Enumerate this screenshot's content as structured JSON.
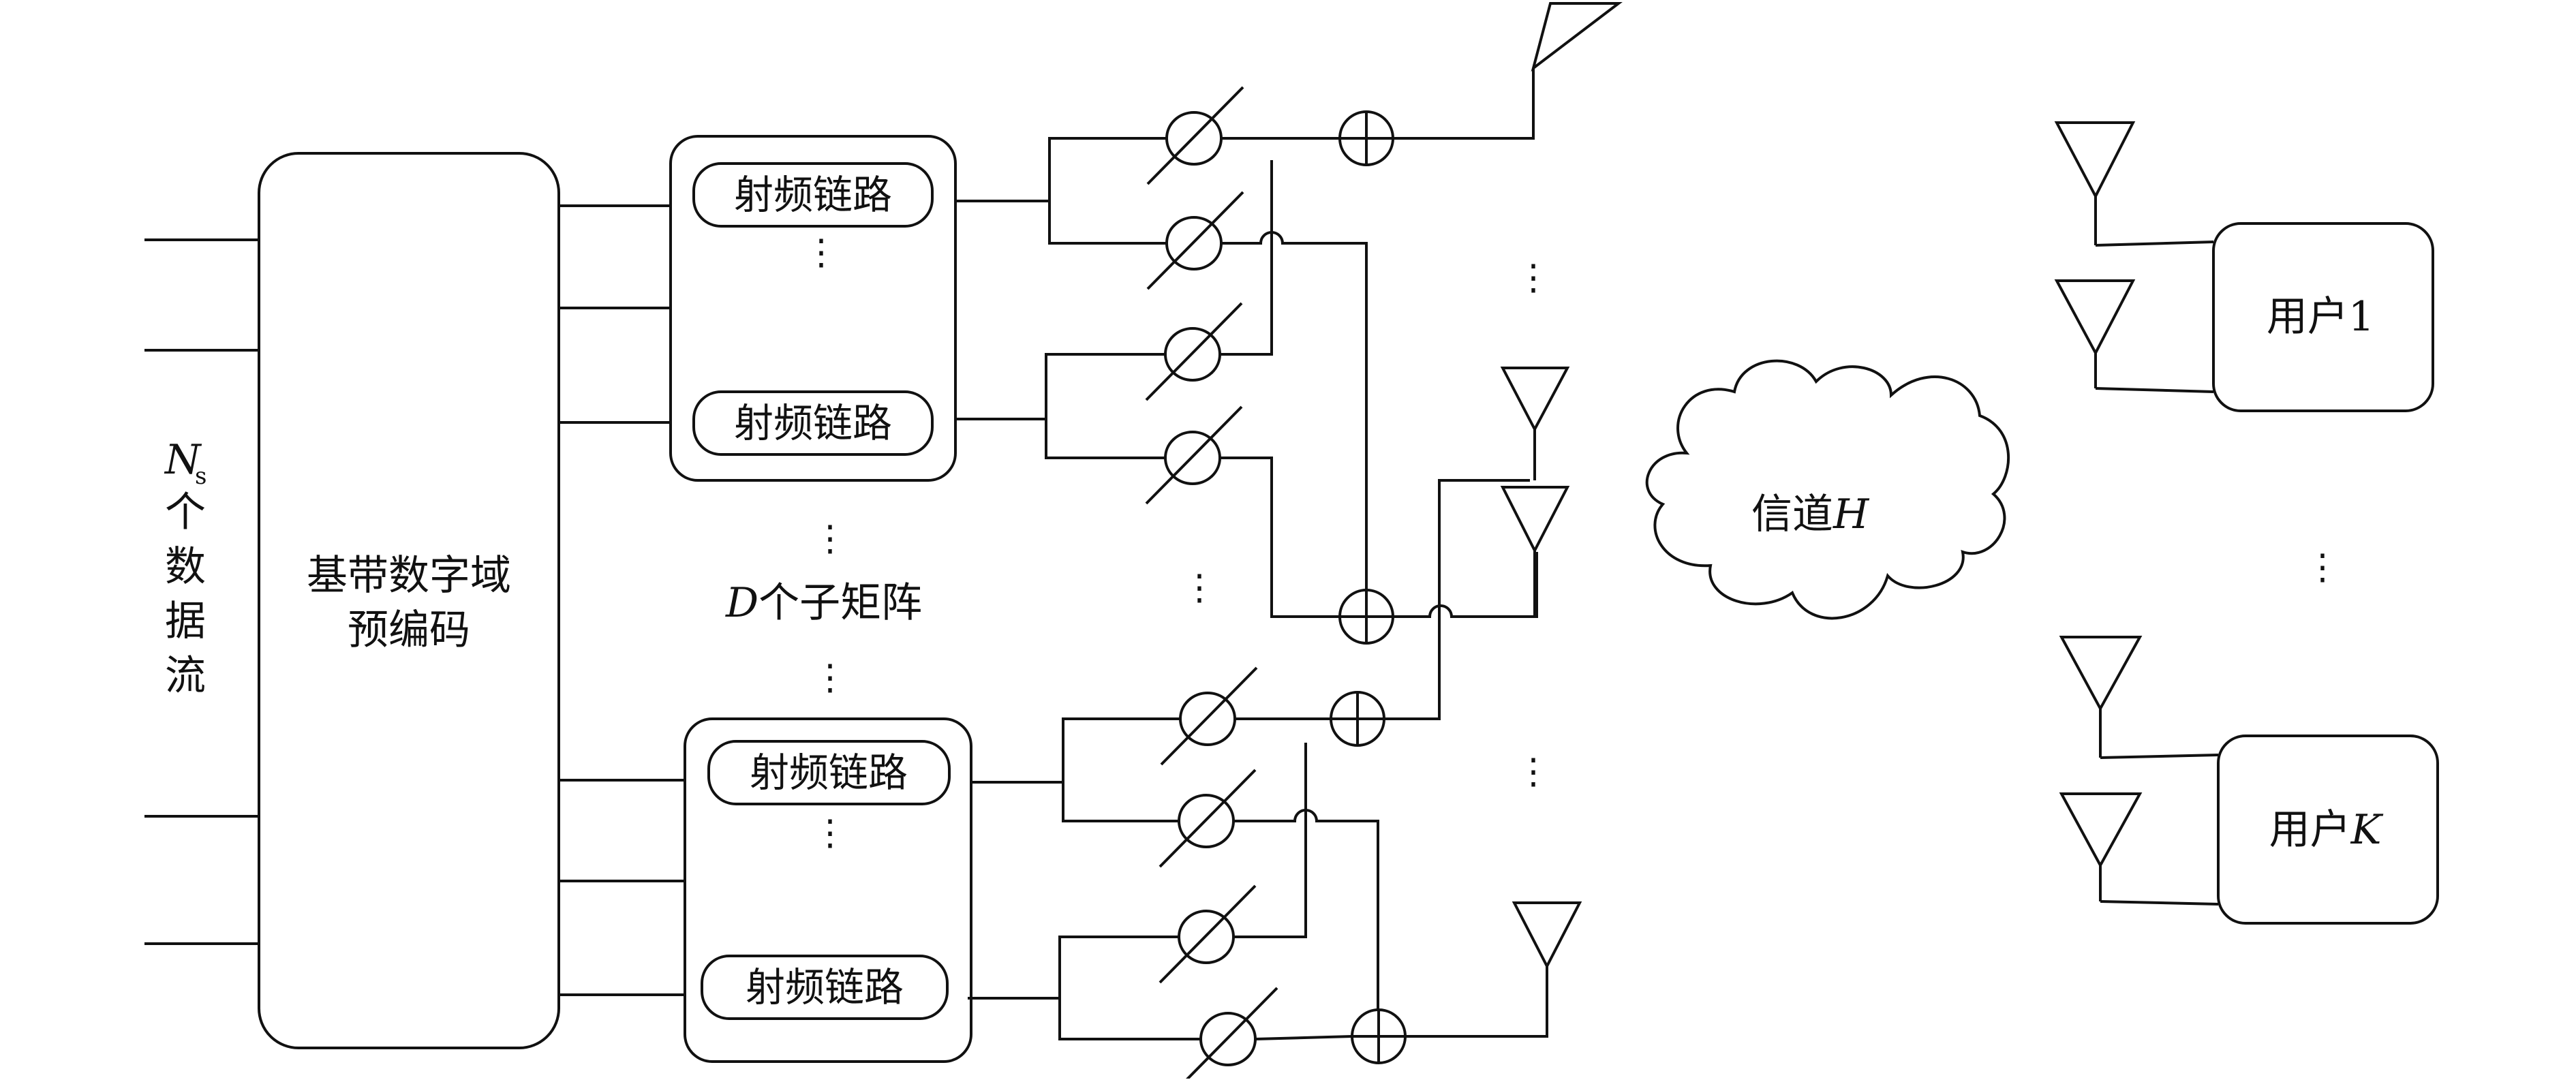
{
  "input": {
    "symbol": "N",
    "subscript": "s",
    "chars": [
      "个",
      "数",
      "据",
      "流"
    ]
  },
  "baseband": {
    "line1": "基带数字域",
    "line2": "预编码"
  },
  "rf_chain": {
    "label": "射频链路"
  },
  "submatrix": {
    "symbol": "D",
    "text": "个子矩阵"
  },
  "channel": {
    "text": "信道",
    "symbol": "H"
  },
  "users": [
    {
      "prefix": "用户",
      "id": "1"
    },
    {
      "prefix": "用户",
      "id": "K"
    }
  ]
}
